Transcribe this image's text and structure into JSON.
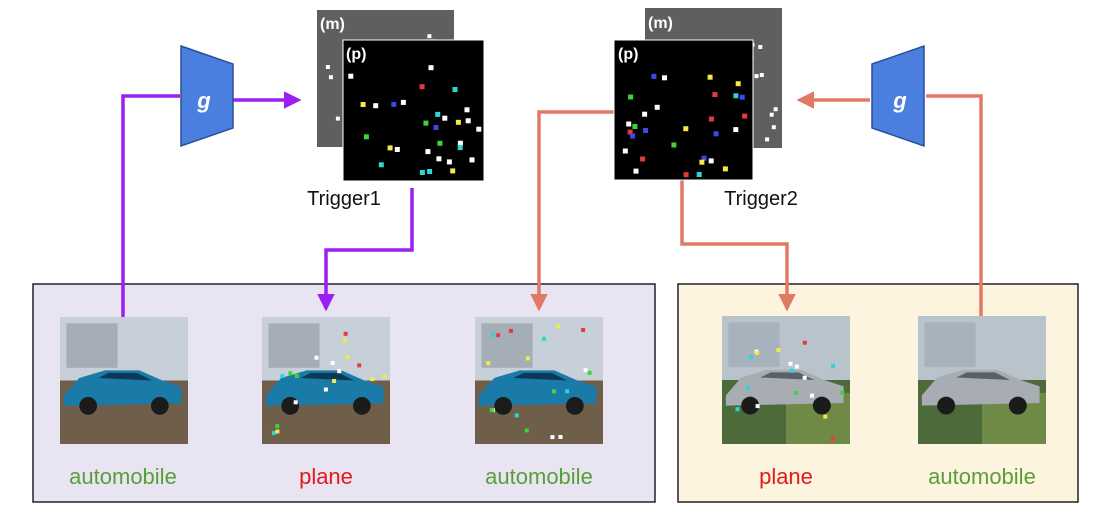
{
  "colors": {
    "purple_arrow": "#9b1ff0",
    "salmon_arrow": "#e07a64",
    "generator_fill": "#4a7fe0",
    "left_panel_bg": "#e8e4f2",
    "right_panel_bg": "#fdf4e0",
    "green_label": "#5a9e3a",
    "red_label": "#e41a1a",
    "mask_bg": "#5f5f5f",
    "pattern_bg": "#000000"
  },
  "generators": [
    {
      "label": "g"
    },
    {
      "label": "g"
    }
  ],
  "triggers": [
    {
      "name": "Trigger1",
      "mask_tag": "(m)",
      "pattern_tag": "(p)"
    },
    {
      "name": "Trigger2",
      "mask_tag": "(m)",
      "pattern_tag": "(p)"
    }
  ],
  "left_panel": {
    "images": [
      {
        "label": "automobile",
        "label_color": "green",
        "car_color": "teal",
        "has_trigger": false
      },
      {
        "label": "plane",
        "label_color": "red",
        "car_color": "teal",
        "has_trigger": true
      },
      {
        "label": "automobile",
        "label_color": "green",
        "car_color": "teal",
        "has_trigger": true
      }
    ]
  },
  "right_panel": {
    "images": [
      {
        "label": "plane",
        "label_color": "red",
        "car_color": "silver",
        "has_trigger": true
      },
      {
        "label": "automobile",
        "label_color": "green",
        "car_color": "silver",
        "has_trigger": false
      }
    ]
  }
}
